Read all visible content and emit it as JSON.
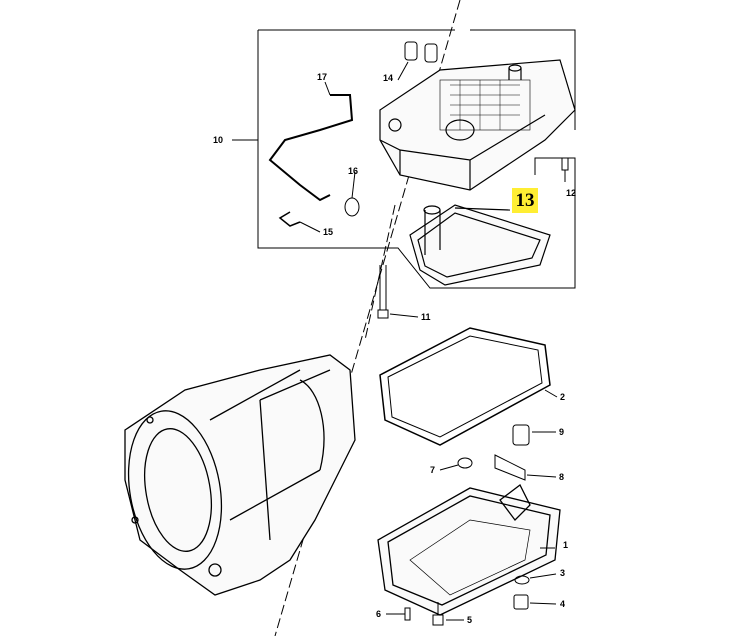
{
  "diagram": {
    "highlight_color": "#ffee33",
    "highlighted_callout": "13",
    "callouts": {
      "c1": "1",
      "c2": "2",
      "c3": "3",
      "c4": "4",
      "c5": "5",
      "c6": "6",
      "c7": "7",
      "c8": "8",
      "c9": "9",
      "c10": "10",
      "c11": "11",
      "c12": "12",
      "c13": "13",
      "c14": "14",
      "c15": "15",
      "c16": "16",
      "c17": "17"
    }
  }
}
